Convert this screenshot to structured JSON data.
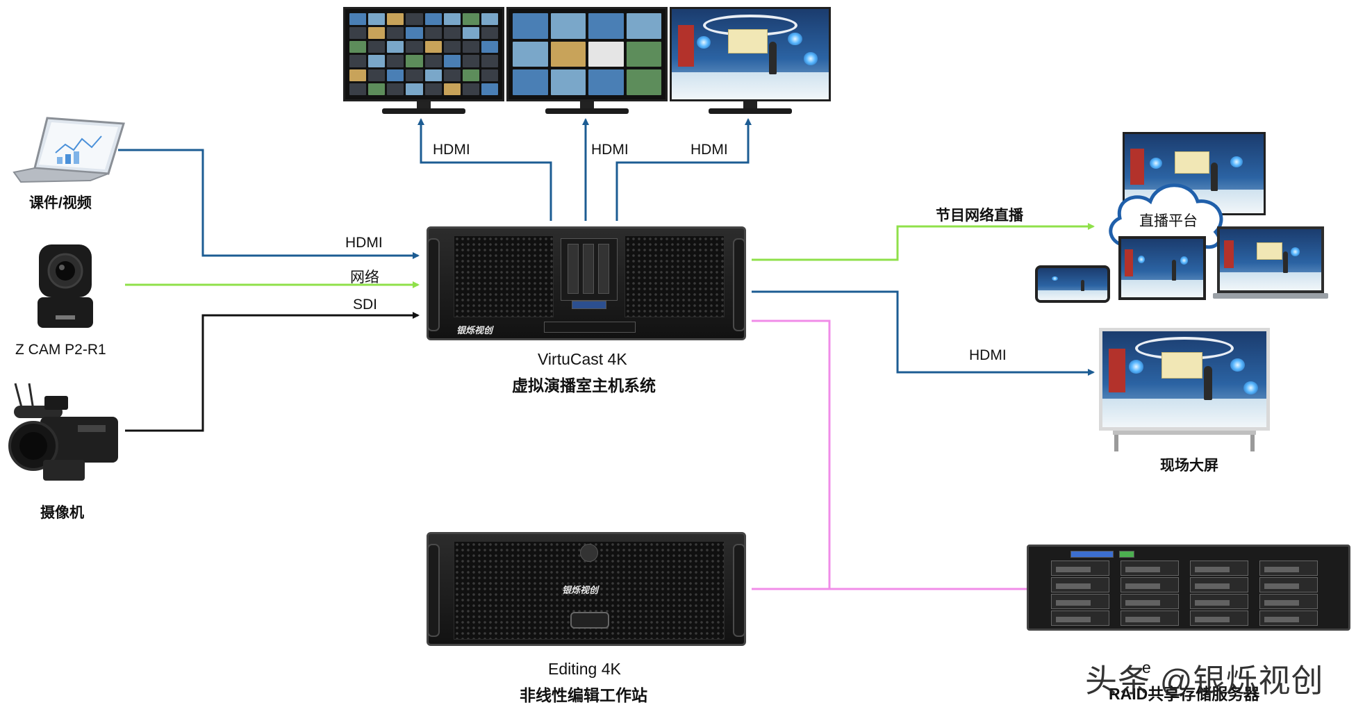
{
  "colors": {
    "hdmi": "#1c5c93",
    "network": "#8fe04a",
    "sdi": "#111111",
    "storage": "#f08ce8"
  },
  "labels": {
    "hdmi_top_1": "HDMI",
    "hdmi_top_2": "HDMI",
    "hdmi_top_3": "HDMI",
    "hdmi_in": "HDMI",
    "network_in": "网络",
    "sdi_in": "SDI",
    "stream_out": "节目网络直播",
    "hdmi_out": "HDMI"
  },
  "devices": {
    "laptop": "课件/视频",
    "camera_ptz": "Z CAM P2-R1",
    "camcorder": "摄像机",
    "live_platform": "直播平台",
    "big_screen": "现场大屏",
    "main_host_line1": "VirtuCast 4K",
    "main_host_line2": "虚拟演播室主机系统",
    "edit_line1": "Editing 4K",
    "edit_line2": "非线性编辑工作站",
    "storage_line1": "e",
    "storage_line2": "RAID共享存储服务器",
    "brand": "银烁视创"
  },
  "watermark": "头条 @银烁视创"
}
